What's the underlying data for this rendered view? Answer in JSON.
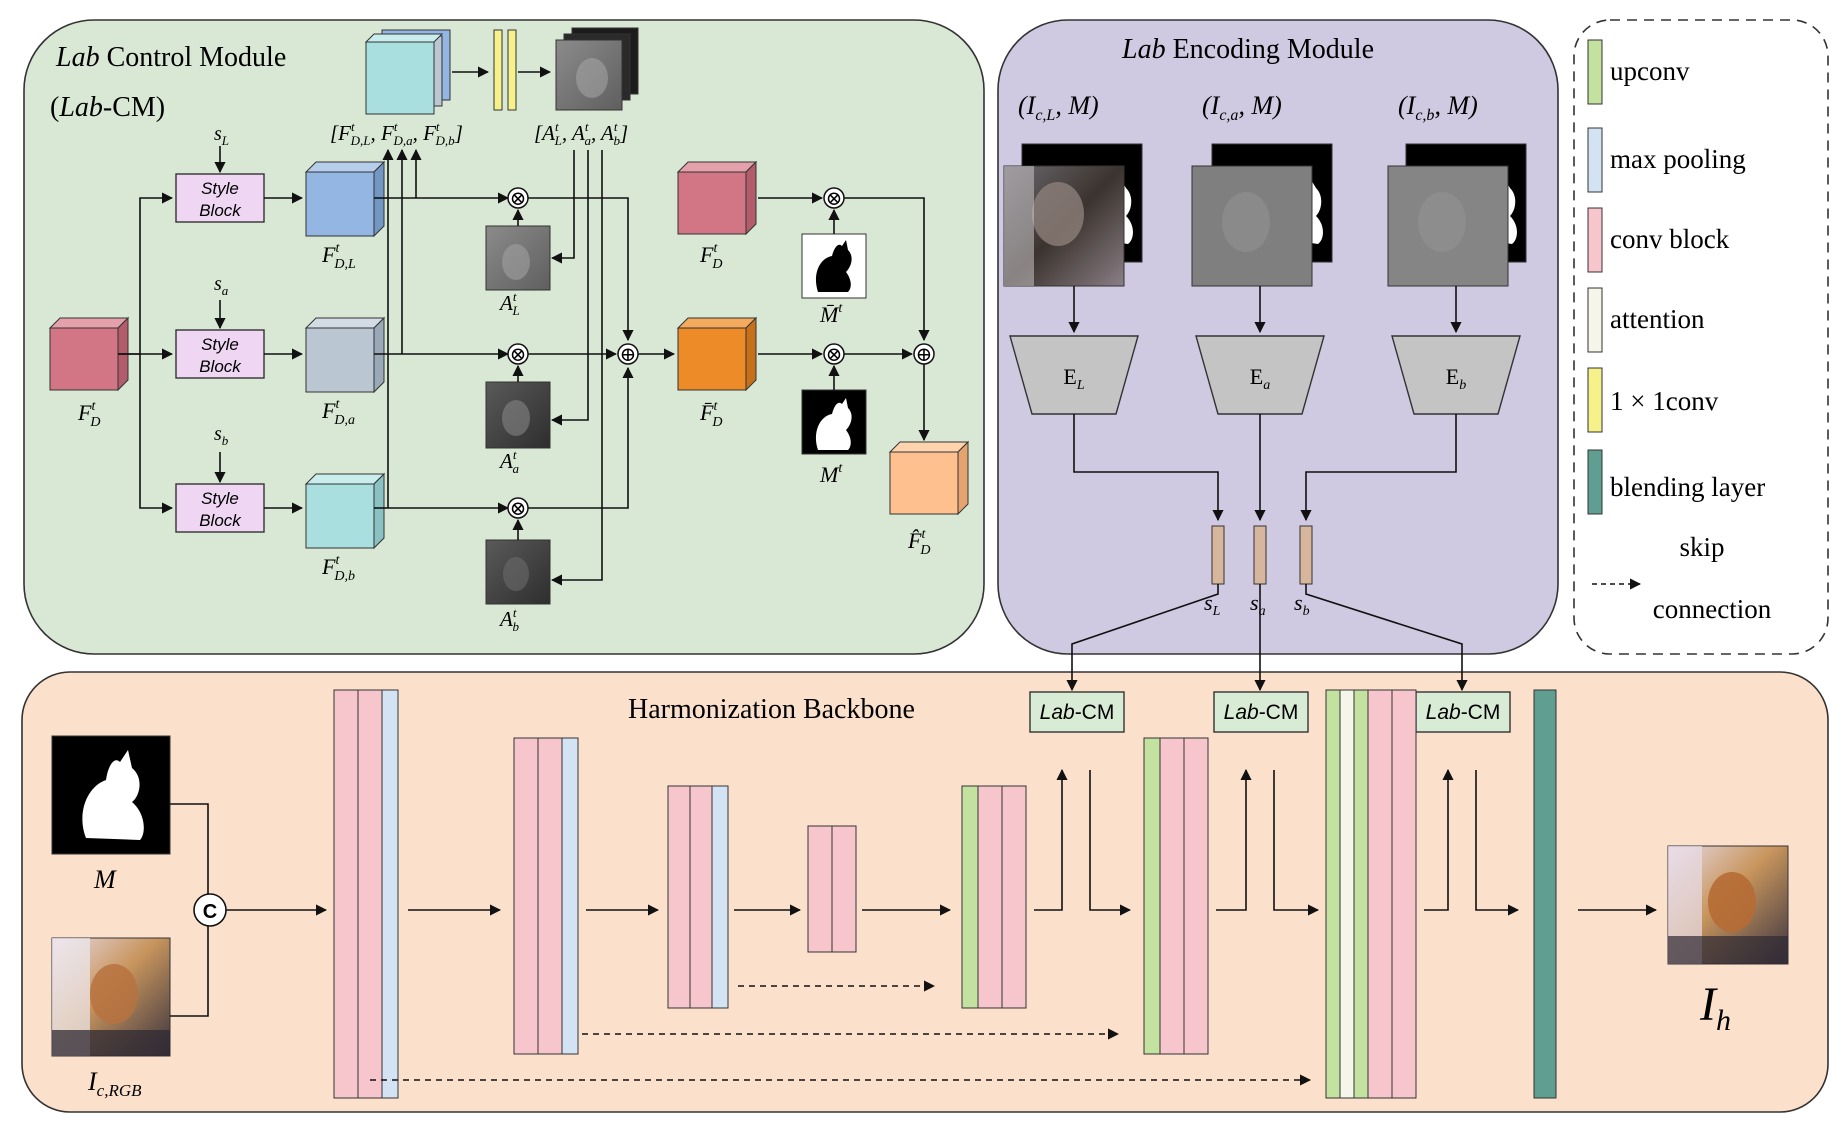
{
  "colors": {
    "lab_cm_panel": "#d8e8d4",
    "encoding_panel": "#cfc9e1",
    "backbone_panel": "#fbe1cc",
    "upconv": "#c3e2a0",
    "max_pooling": "#d3e3f3",
    "conv_block": "#f7c6cc",
    "attention": "#f6f5ea",
    "one_by_one_conv": "#f7f18c",
    "blending_layer": "#5f9e90",
    "style_block": "#efd7f4",
    "cube_red": "#d27585",
    "cube_blue": "#93b6e2",
    "cube_gray": "#bac7d3",
    "cube_teal": "#aadfe0",
    "cube_orange": "#ec8b28",
    "cube_peach": "#fdc08e",
    "encoder_gray": "#c4c4c4",
    "style_vector": "#d6b79d",
    "lab_cm_box": "#d8ebd4"
  },
  "control_module": {
    "title_line1_italic": "Lab",
    "title_line1_rest": " Control Module",
    "title_line2": "(Lab-CM)",
    "style_block_line1": "Style",
    "style_block_line2": "Block",
    "s_L": "s",
    "s_L_sub": "L",
    "s_a": "s",
    "s_a_sub": "a",
    "s_b": "s",
    "s_b_sub": "b",
    "F_D": "F",
    "F_D_sub": "D",
    "F_D_sup": "t",
    "F_DL_sub": "D,L",
    "F_Da_sub": "D,a",
    "F_Db_sub": "D,b",
    "A": "A",
    "A_L_sub": "L",
    "A_a_sub": "a",
    "A_b_sub": "b",
    "concat_F": "[F",
    "concat_F_label": "[F D,L, F D,a, F D,b]",
    "concat_A_label": "[A L, A a, A b]",
    "F_bar": "F̄",
    "F_hat": "F̂",
    "M_bar": "M̄",
    "M": "M",
    "sup_t": "t",
    "otimes": "⊗",
    "oplus": "⊕"
  },
  "encoding_module": {
    "title_italic": "Lab",
    "title_rest": " Encoding Module",
    "input_L": "(I",
    "input_L_sub": "c,L",
    "input_a_sub": "c,a",
    "input_b_sub": "c,b",
    "input_tail": ", M)",
    "E": "E",
    "E_L_sub": "L",
    "E_a_sub": "a",
    "E_b_sub": "b",
    "s": "s",
    "s_L_sub": "L",
    "s_a_sub": "a",
    "s_b_sub": "b"
  },
  "legend": {
    "upconv": "upconv",
    "max_pooling": "max pooling",
    "conv_block": "conv block",
    "attention": "attention",
    "one_by_one_conv": "1 × 1conv",
    "blending_layer": "blending layer",
    "skip_line1": "skip",
    "skip_line2": "connection"
  },
  "backbone": {
    "title": "Harmonization Backbone",
    "lab_cm_italic": "Lab",
    "lab_cm_rest": "-CM",
    "concat_symbol": "C",
    "M": "M",
    "I_c": "I",
    "I_c_sub": "c,RGB",
    "I_h": "I",
    "I_h_sub": "h"
  }
}
